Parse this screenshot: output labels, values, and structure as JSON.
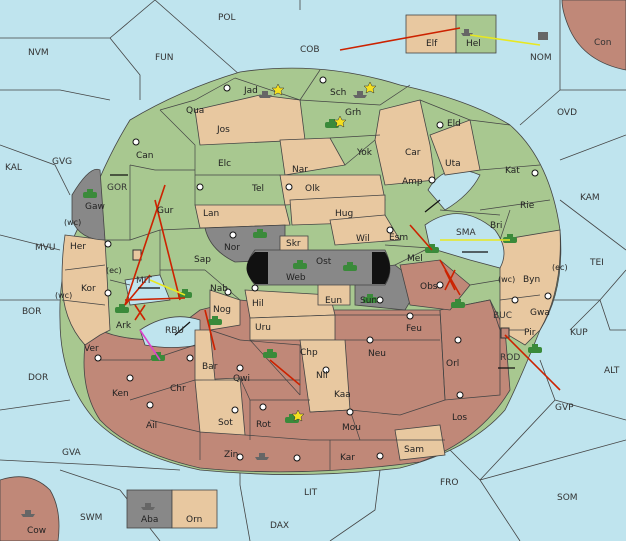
{
  "colors": {
    "sea": "#bfe4ee",
    "green": "#a8c890",
    "tan": "#e8c8a0",
    "red": "#c08878",
    "gray": "#888888",
    "black": "#111111",
    "order_red": "#cc2200",
    "order_yellow": "#e8e820",
    "order_magenta": "#dd44cc",
    "order_black": "#111111"
  },
  "seas": {
    "pol": "POL",
    "nvm": "NVM",
    "fun": "FUN",
    "cob": "COB",
    "nom": "NOM",
    "con": "Con",
    "ovd": "OVD",
    "kal": "KAL",
    "gvg": "GVG",
    "kam": "KAM",
    "mvu": "MVU",
    "tei": "TEI",
    "bor": "BOR",
    "kup": "KUP",
    "alt": "ALT",
    "dor": "DOR",
    "gvp": "GVP",
    "gva": "GVA",
    "fro": "FRO",
    "lit": "LIT",
    "som": "SOM",
    "svm": "SWM",
    "dax": "DAX",
    "gor": "GOR",
    "mit": "MIT",
    "rbu": "RBU",
    "sma": "SMA",
    "buc": "BUC",
    "rod": "ROD"
  },
  "coasts": {
    "wc1": "(wc)",
    "ec1": "(ec)",
    "wc2": "(wc)",
    "wc3": "(wc)",
    "ec2": "(ec)"
  },
  "provinces": {
    "elf": "Elf",
    "hel": "Hel",
    "jad": "Jad",
    "sch": "Sch",
    "qua": "Qua",
    "jos": "Jos",
    "grh": "Grh",
    "eld": "Eld",
    "can": "Can",
    "elc": "Elc",
    "nar": "Nar",
    "yok": "Yok",
    "car": "Car",
    "uta": "Uta",
    "kat": "Kat",
    "tel": "Tel",
    "olk": "Olk",
    "amp": "Amp",
    "gaw": "Gaw",
    "gur": "Gur",
    "lan": "Lan",
    "hug": "Hug",
    "rie": "Rie",
    "bri": "Bri",
    "her": "Her",
    "nor": "Nor",
    "skr": "Skr",
    "ost": "Ost",
    "wil": "Wil",
    "esm": "Esm",
    "sap": "Sap",
    "web": "Web",
    "mel": "Mel",
    "byn": "Byn",
    "kor": "Kor",
    "nab": "Nab",
    "eun": "Eun",
    "sun": "Sun",
    "obs": "Obs",
    "gwa": "Gwa",
    "ark": "Ark",
    "hil": "Hil",
    "nog": "Nog",
    "uru": "Uru",
    "feu": "Feu",
    "pir": "Pir",
    "ver": "Ver",
    "chp": "Chp",
    "neu": "Neu",
    "orl": "Orl",
    "bar": "Bar",
    "qwi": "Qwi",
    "nil": "Nil",
    "ken": "Ken",
    "chr": "Chr",
    "kaa": "Kaa",
    "sot": "Sot",
    "rot": "Rot",
    "mou": "Mou",
    "ail": "Ail",
    "los": "Los",
    "zin": "Zin",
    "kar": "Kar",
    "sam": "Sam",
    "aba": "Aba",
    "orn": "Orn",
    "cow": "Cow"
  }
}
